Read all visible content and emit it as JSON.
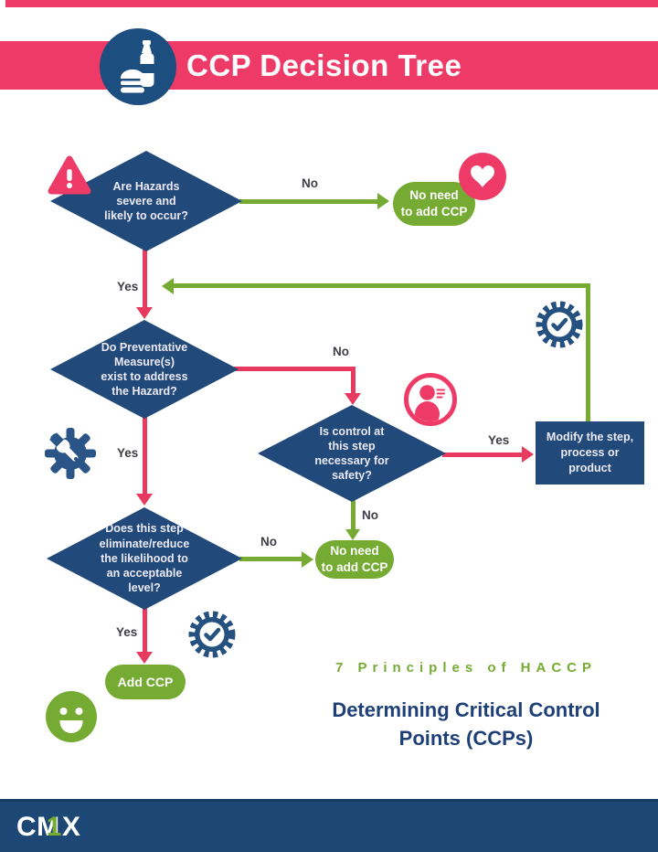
{
  "header": {
    "title": "CCP Decision Tree"
  },
  "colors": {
    "pink": "#EE3A66",
    "arrow_pink": "#E8395F",
    "dark_blue": "#21497A",
    "green": "#76AB33",
    "footer_blue": "#1D4876",
    "heading_blue": "#1F4077"
  },
  "flow": {
    "labels": {
      "yes": "Yes",
      "no": "No"
    },
    "nodes": {
      "hazards_q": "Are Hazards\nsevere and\nlikely to occur?",
      "preventative_q": "Do Preventative\nMeasure(s)\nexist to address\nthe Hazard?",
      "control_q": "Is control at\nthis step\nnecessary for\nsafety?",
      "eliminate_q": "Does this step\neliminate/reduce\nthe likelihood to\nan acceptable\nlevel?",
      "modify_action": "Modify the step,\nprocess or\nproduct",
      "no_need_ccp": "No need\nto add CCP",
      "add_ccp": "Add CCP"
    },
    "icons": {
      "header": "food-icon",
      "hazards": "warning-icon",
      "no_need": "heart-icon",
      "approved_1": "badge-check-icon",
      "preventative": "gear-wrench-icon",
      "control": "person-icon",
      "approved_2": "badge-check-icon",
      "add_ccp": "smiley-icon"
    }
  },
  "caption": {
    "kicker": "7 Principles of HACCP",
    "heading_line1": "Determining Critical Control",
    "heading_line2": "Points (CCPs)"
  },
  "footer": {
    "brand": {
      "c": "C",
      "m": "M",
      "one": "1",
      "x": "X"
    }
  }
}
